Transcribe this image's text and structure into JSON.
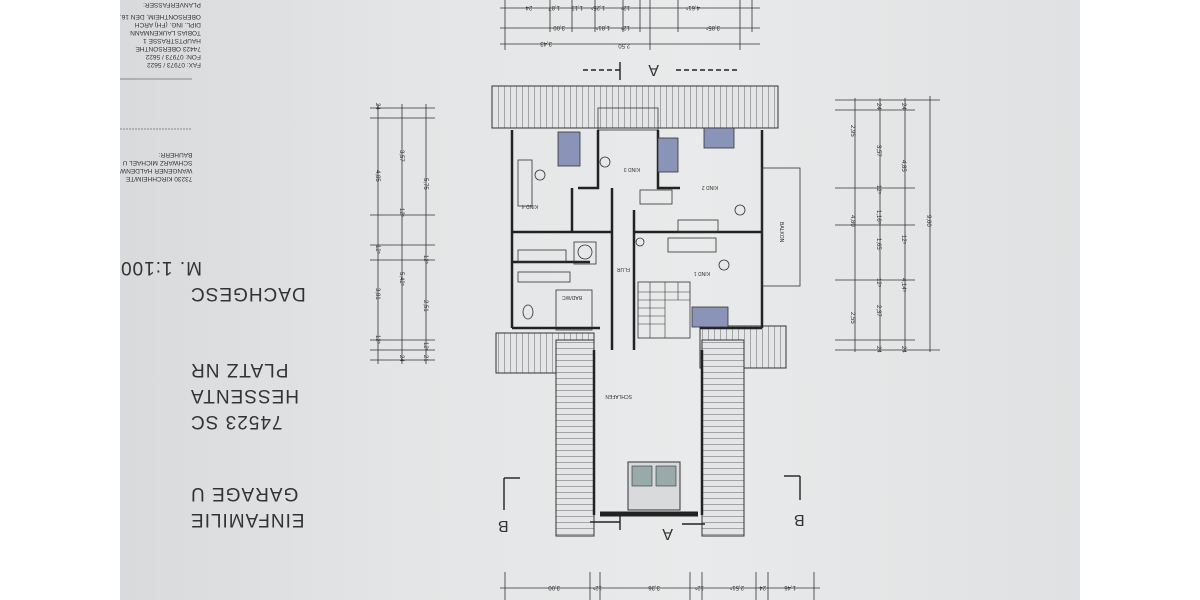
{
  "title_block": {
    "title_lines": [
      "EINFAMILIE",
      "GARAGE U",
      "74523 SC",
      "HESSENTA",
      "PLATZ NR",
      "DACHGESC",
      "M. 1:100"
    ],
    "bauherr_lines": [
      "BAUHERR:",
      "SCHWARZ MICHAEL U",
      "WANGENER HALDENW",
      "73230 KIRCHHEIM/TE"
    ],
    "planverfasser_lines": [
      "PLANVERFASSER:",
      "OBERSONTHEIM, DEN 16.",
      "DIPL. ING. (FH) ARCH",
      "TOBIAS LAUKENMANN",
      "HAUPTSTRASSE 1",
      "74423 OBERSONTHE",
      "FON: 07973 / 5622",
      "FAX: 07973 / 5622"
    ]
  },
  "rooms": {
    "kind1": "KIND 1",
    "kind2": "KIND 2",
    "kind3": "KIND 3",
    "kind4": "KIND 4",
    "bad": "BAD/WC",
    "flur": "FLUR",
    "balkon": "BALKON",
    "schlafen": "SCHLAFEN"
  },
  "section_markers": {
    "a_top": "A",
    "a_bottom": "A",
    "b_left": "B",
    "b_right": "B"
  },
  "dimensions": {
    "top": [
      "3,43",
      "2,50",
      "3,00",
      "1,81⁵",
      "12⁵",
      "3,85⁵",
      "24",
      "1,87",
      "1,13",
      "12⁵",
      "1,25⁵",
      "12⁵",
      "1,81⁵",
      "4,61⁵"
    ],
    "bottom": [
      "3,00",
      "12⁵",
      "3,36",
      "12⁵",
      "2,51⁵",
      "24",
      "1,46"
    ],
    "left": [
      "24",
      "4,85",
      "3,57",
      "12⁵",
      "12⁵",
      "5,75",
      "12⁵",
      "5,42⁵",
      "3,81",
      "2,51",
      "12⁵",
      "12⁵",
      "24",
      "21"
    ],
    "right": [
      "24",
      "24",
      "3,57",
      "4,85",
      "12⁵",
      "1,16⁵",
      "12⁵",
      "1,65",
      "4,14⁵",
      "12⁵",
      "2,37",
      "24",
      "24",
      "9,60"
    ],
    "right_outer": [
      "2,95",
      "4,80",
      "2,55"
    ]
  }
}
